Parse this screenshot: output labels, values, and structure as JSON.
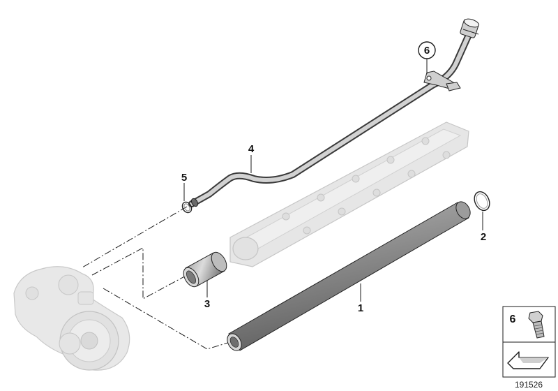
{
  "callouts": {
    "part1": "1",
    "part2": "2",
    "part3": "3",
    "part4": "4",
    "part5": "5",
    "part6": "6"
  },
  "legend": {
    "bolt_number": "6"
  },
  "diagram_id": "191526",
  "colors": {
    "line": "#1a1a1a",
    "pipe_fill": "#8e8e8e",
    "pipe_dark": "#5a5a5a",
    "ghost_part": "#e4e4e4",
    "ghost_stroke": "#c8c8c8"
  }
}
